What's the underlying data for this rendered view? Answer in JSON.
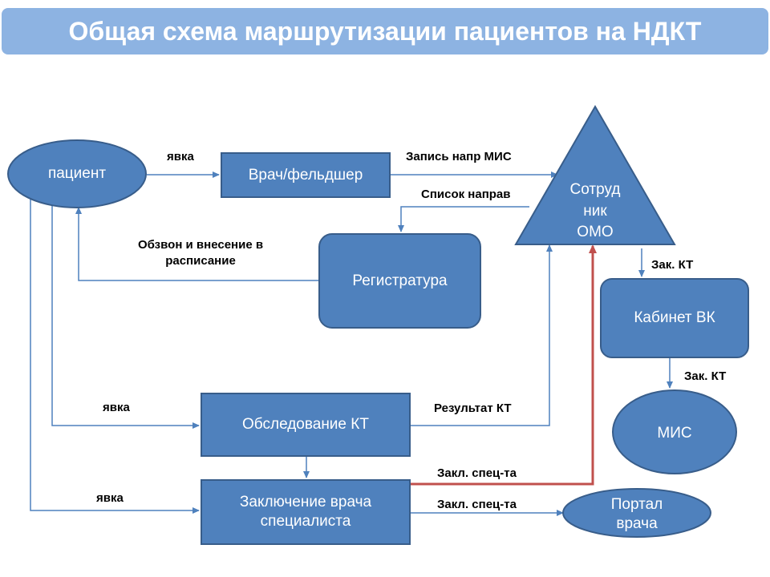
{
  "title": "Общая схема маршрутизации пациентов на НДКТ",
  "colors": {
    "node_fill": "#4f81bd",
    "node_stroke": "#385d8a",
    "connector": "#4f81bd",
    "highlight_connector": "#c0504d",
    "title_bg": "#8db3e2"
  },
  "nodes": {
    "patient": "пациент",
    "doctor": "Врач/фельдшер",
    "registry": "Регистратура",
    "omo_employee": "Сотруд\nник\nОМО",
    "vk_office": "Кабинет ВК",
    "mis": "МИС",
    "ct_exam": "Обследование КТ",
    "specialist_conclusion": "Заключение врача специалиста",
    "doctor_portal": "Портал врача"
  },
  "edges": {
    "patient_to_doctor": "явка",
    "doctor_to_omo": "Запись напр МИС",
    "omo_to_registry": "Список направ",
    "registry_to_patient": "Обзвон и внесение в расписание",
    "omo_to_vk": "Зак. КТ",
    "vk_to_mis": "Зак. КТ",
    "patient_to_ct": "явка",
    "ct_to_omo": "Результат КТ",
    "patient_to_conclusion": "явка",
    "conclusion_to_omo": "Закл. спец-та",
    "conclusion_to_portal": "Закл. спец-та"
  }
}
